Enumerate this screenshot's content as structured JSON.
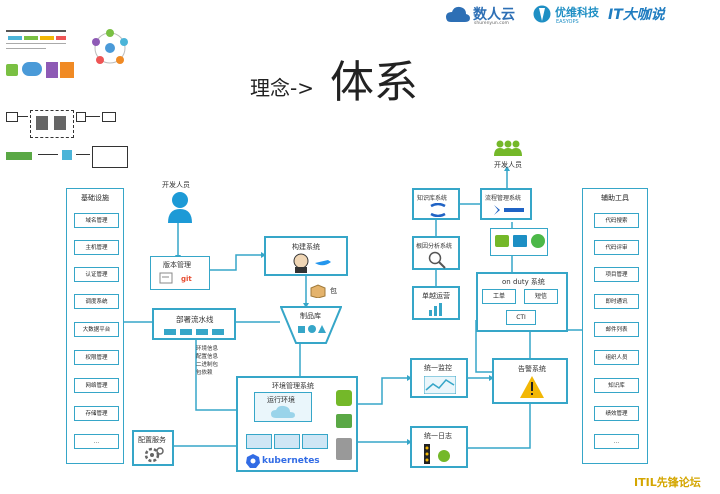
{
  "header": {
    "logo1_text": "数人云",
    "logo1_sub": "shurenyun.com",
    "logo2_text": "优维科技",
    "logo2_sub": "EASYOPS",
    "logo3_text": "IT大咖说"
  },
  "title": {
    "prefix": "理念->",
    "main": "体系"
  },
  "developer_top": "开发人员",
  "developer_right": "开发人员",
  "boxes": {
    "version": "版本管理",
    "git": "git",
    "build": "构建系统",
    "package": "包",
    "artifact": "制品库",
    "deploy": "部署流水线",
    "env_info": [
      "环境信息",
      "配置信息",
      "二进制包",
      "包依赖"
    ],
    "env_mgmt": "环境管理系统",
    "runtime": "运行环境",
    "kubernetes": "kubernetes",
    "config": "配置服务",
    "monitor": "统一监控",
    "log": "统一日志",
    "alarm": "告警系统",
    "quality": "单越运营",
    "analysis": "根因分析系统",
    "knowledge": "知识库系统",
    "flow": "流程管理系统",
    "oncall": "on duty 系统",
    "ticket": "工单",
    "phone": "短信",
    "cti": "CTI"
  },
  "left_col": {
    "title": "基础设施",
    "items": [
      "域名管理",
      "主机管理",
      "认证管理",
      "调度系统",
      "大数据平台",
      "权限管理",
      "网络管理",
      "存储管理",
      "..."
    ]
  },
  "right_col": {
    "title": "辅助工具",
    "items": [
      "代码搜索",
      "代码评审",
      "项目管理",
      "即时通讯",
      "邮件列表",
      "组织人员",
      "知识库",
      "绩效管理",
      "..."
    ]
  },
  "watermark": "ITIL先锋论坛",
  "colors": {
    "line": "#36a6c8",
    "accent_green": "#74b829",
    "alarm_yellow": "#f2b705",
    "watermark": "#d4a600"
  }
}
